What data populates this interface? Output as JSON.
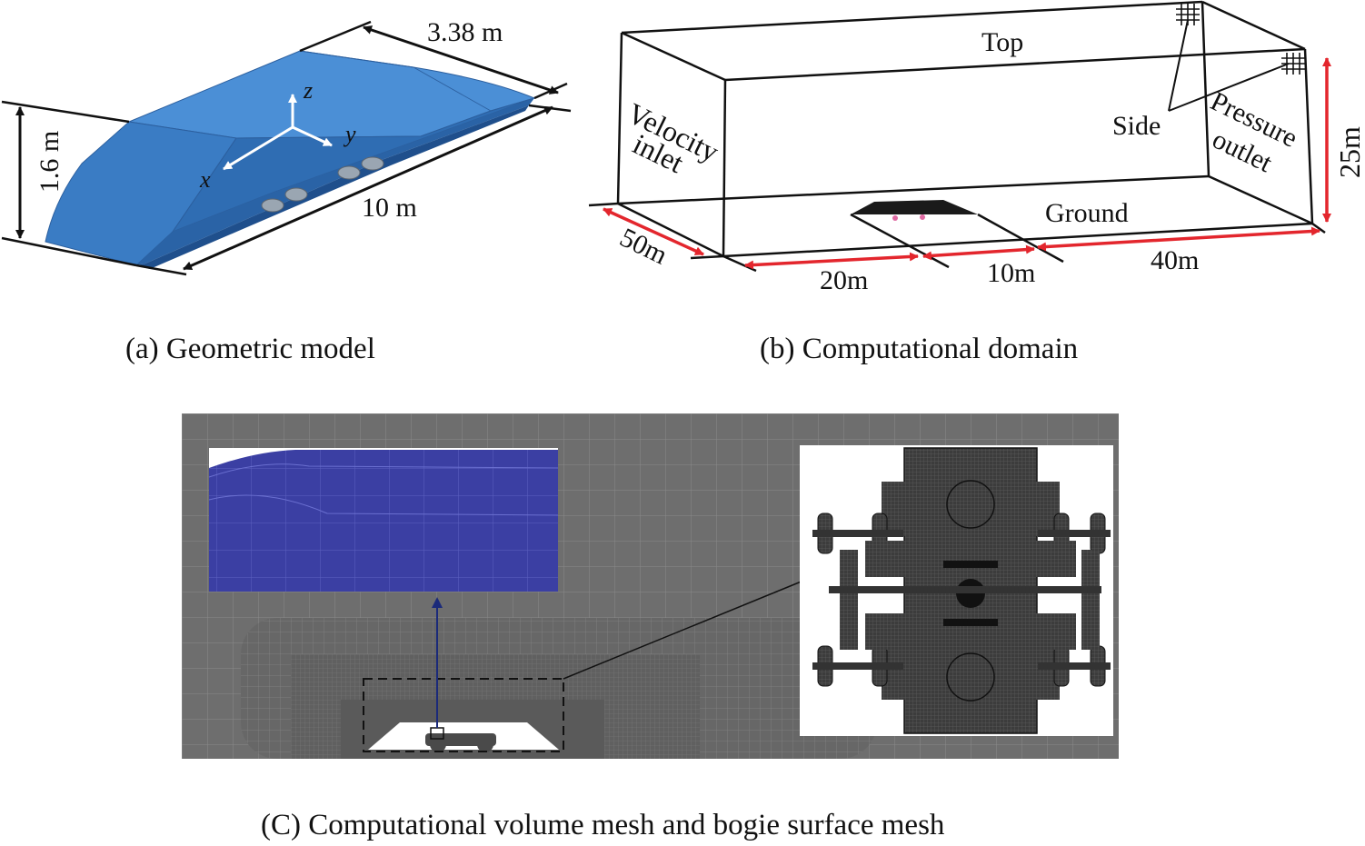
{
  "panel_a": {
    "caption": "(a) Geometric model",
    "dim_height": "1.6 m",
    "dim_width": "3.38 m",
    "dim_length": "10 m",
    "axis_x": "x",
    "axis_y": "y",
    "axis_z": "z",
    "body_color": "#3a7cc4"
  },
  "panel_b": {
    "caption": "(b) Computational domain",
    "face_top": "Top",
    "face_side": "Side",
    "face_ground": "Ground",
    "inlet_line1": "Velocity",
    "inlet_line2": "inlet",
    "outlet_line1": "Pressure",
    "outlet_line2": "outlet",
    "dim_width": "50m",
    "dim_upstream": "20m",
    "dim_model": "10m",
    "dim_downstream": "40m",
    "dim_height": "25m",
    "dim_color": "#e3262d"
  },
  "panel_c": {
    "caption": "(C) Computational volume mesh and bogie surface mesh",
    "mesh_bg_color": "#6e6e6e",
    "surface_mesh_color": "#3b3fa3"
  }
}
